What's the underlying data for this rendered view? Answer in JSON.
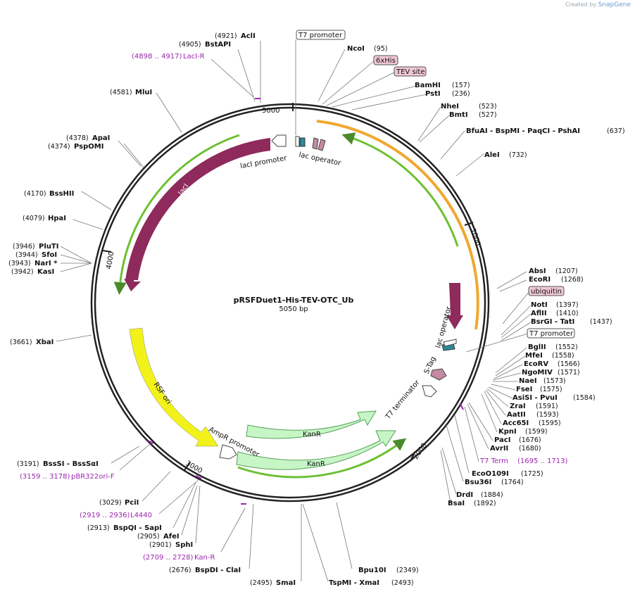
{
  "branding": {
    "created_by": "Created by",
    "app": "SnapGene"
  },
  "plasmid": {
    "name": "pRSFDuet1-His-TEV-OTC_Ub",
    "length": "5050 bp"
  },
  "ticks": [
    "1000",
    "2000",
    "3000",
    "4000",
    "5000"
  ],
  "features": {
    "lacI": "lacI",
    "lacI_promoter": "lacI promoter",
    "lac_operator_top": "lac operator",
    "lac_operator_right": "lac operator",
    "s_tag": "S-Tag",
    "t7_terminator": "T7 terminator",
    "kanr_1": "KanR",
    "kanr_2": "KanR",
    "ampr_promoter": "AmpR promoter",
    "rsf_ori": "RSF ori"
  },
  "boxed_labels": {
    "t7_promoter_top": "T7 promoter",
    "his6": "6xHis",
    "tev_site": "TEV site",
    "ubiquitin": "ubiquitin",
    "t7_promoter_right": "T7 promoter"
  },
  "sites": [
    {
      "name": "AclI",
      "pos": "(4921)"
    },
    {
      "name": "BstAPI",
      "pos": "(4905)"
    },
    {
      "name": "MluI",
      "pos": "(4581)"
    },
    {
      "name": "ApaI",
      "pos": "(4378)"
    },
    {
      "name": "PspOMI",
      "pos": "(4374)"
    },
    {
      "name": "BssHII",
      "pos": "(4170)"
    },
    {
      "name": "HpaI",
      "pos": "(4079)"
    },
    {
      "name": "PluTI",
      "pos": "(3946)"
    },
    {
      "name": "SfoI",
      "pos": "(3944)"
    },
    {
      "name": "NarI *",
      "pos": "(3943)"
    },
    {
      "name": "KasI",
      "pos": "(3942)"
    },
    {
      "name": "XbaI",
      "pos": "(3661)"
    },
    {
      "name": "BssSI - BssSαI",
      "pos": "(3191)"
    },
    {
      "name": "PciI",
      "pos": "(3029)"
    },
    {
      "name": "BspQI - SapI",
      "pos": "(2913)"
    },
    {
      "name": "AfeI",
      "pos": "(2905)"
    },
    {
      "name": "SphI",
      "pos": "(2901)"
    },
    {
      "name": "BspDI - ClaI",
      "pos": "(2676)"
    },
    {
      "name": "SmaI",
      "pos": "(2495)"
    },
    {
      "name": "TspMI - XmaI",
      "pos": "(2493)"
    },
    {
      "name": "Bpu10I",
      "pos": "(2349)"
    },
    {
      "name": "NcoI",
      "pos": "(95)"
    },
    {
      "name": "BamHI",
      "pos": "(157)"
    },
    {
      "name": "PstI",
      "pos": "(236)"
    },
    {
      "name": "NheI",
      "pos": "(523)"
    },
    {
      "name": "BmtI",
      "pos": "(527)"
    },
    {
      "name": "BfuAI - BspMI - PaqCI - PshAI",
      "pos": "(637)"
    },
    {
      "name": "AleI",
      "pos": "(732)"
    },
    {
      "name": "AbsI",
      "pos": "(1207)"
    },
    {
      "name": "EcoRI",
      "pos": "(1268)"
    },
    {
      "name": "NotI",
      "pos": "(1397)"
    },
    {
      "name": "AflII",
      "pos": "(1410)"
    },
    {
      "name": "BsrGI - TatI",
      "pos": "(1437)"
    },
    {
      "name": "BglII",
      "pos": "(1552)"
    },
    {
      "name": "MfeI",
      "pos": "(1558)"
    },
    {
      "name": "EcoRV",
      "pos": "(1566)"
    },
    {
      "name": "NgoMIV",
      "pos": "(1571)"
    },
    {
      "name": "NaeI",
      "pos": "(1573)"
    },
    {
      "name": "FseI",
      "pos": "(1575)"
    },
    {
      "name": "AsiSI - PvuI",
      "pos": "(1584)"
    },
    {
      "name": "ZraI",
      "pos": "(1591)"
    },
    {
      "name": "AatII",
      "pos": "(1593)"
    },
    {
      "name": "Acc65I",
      "pos": "(1595)"
    },
    {
      "name": "KpnI",
      "pos": "(1599)"
    },
    {
      "name": "PacI",
      "pos": "(1676)"
    },
    {
      "name": "AvrII",
      "pos": "(1680)"
    },
    {
      "name": "EcoO109I",
      "pos": "(1725)"
    },
    {
      "name": "Bsu36I",
      "pos": "(1764)"
    },
    {
      "name": "DrdI",
      "pos": "(1884)"
    },
    {
      "name": "BsaI",
      "pos": "(1892)"
    }
  ],
  "primers": [
    {
      "name": "LacI-R",
      "range": "(4898 .. 4917)"
    },
    {
      "name": "pBR322ori-F",
      "range": "(3159 .. 3178)"
    },
    {
      "name": "L4440",
      "range": "(2919 .. 2936)"
    },
    {
      "name": "Kan-R",
      "range": "(2709 .. 2728)"
    },
    {
      "name": "T7 Term",
      "range": "(1695 .. 1713)"
    }
  ],
  "colors": {
    "lacI": "#8e2a5c",
    "rsf_ori": "#f2f21a",
    "kanr": "#c6f5c6",
    "kanr_stroke": "#5aa05a",
    "orange_arc": "#f0a830",
    "green_arc": "#6cc030",
    "primer": "#9c27b0",
    "operator": "#2a8a9a",
    "tag": "#c48aa4",
    "box_pink": "#f0c8d4"
  }
}
